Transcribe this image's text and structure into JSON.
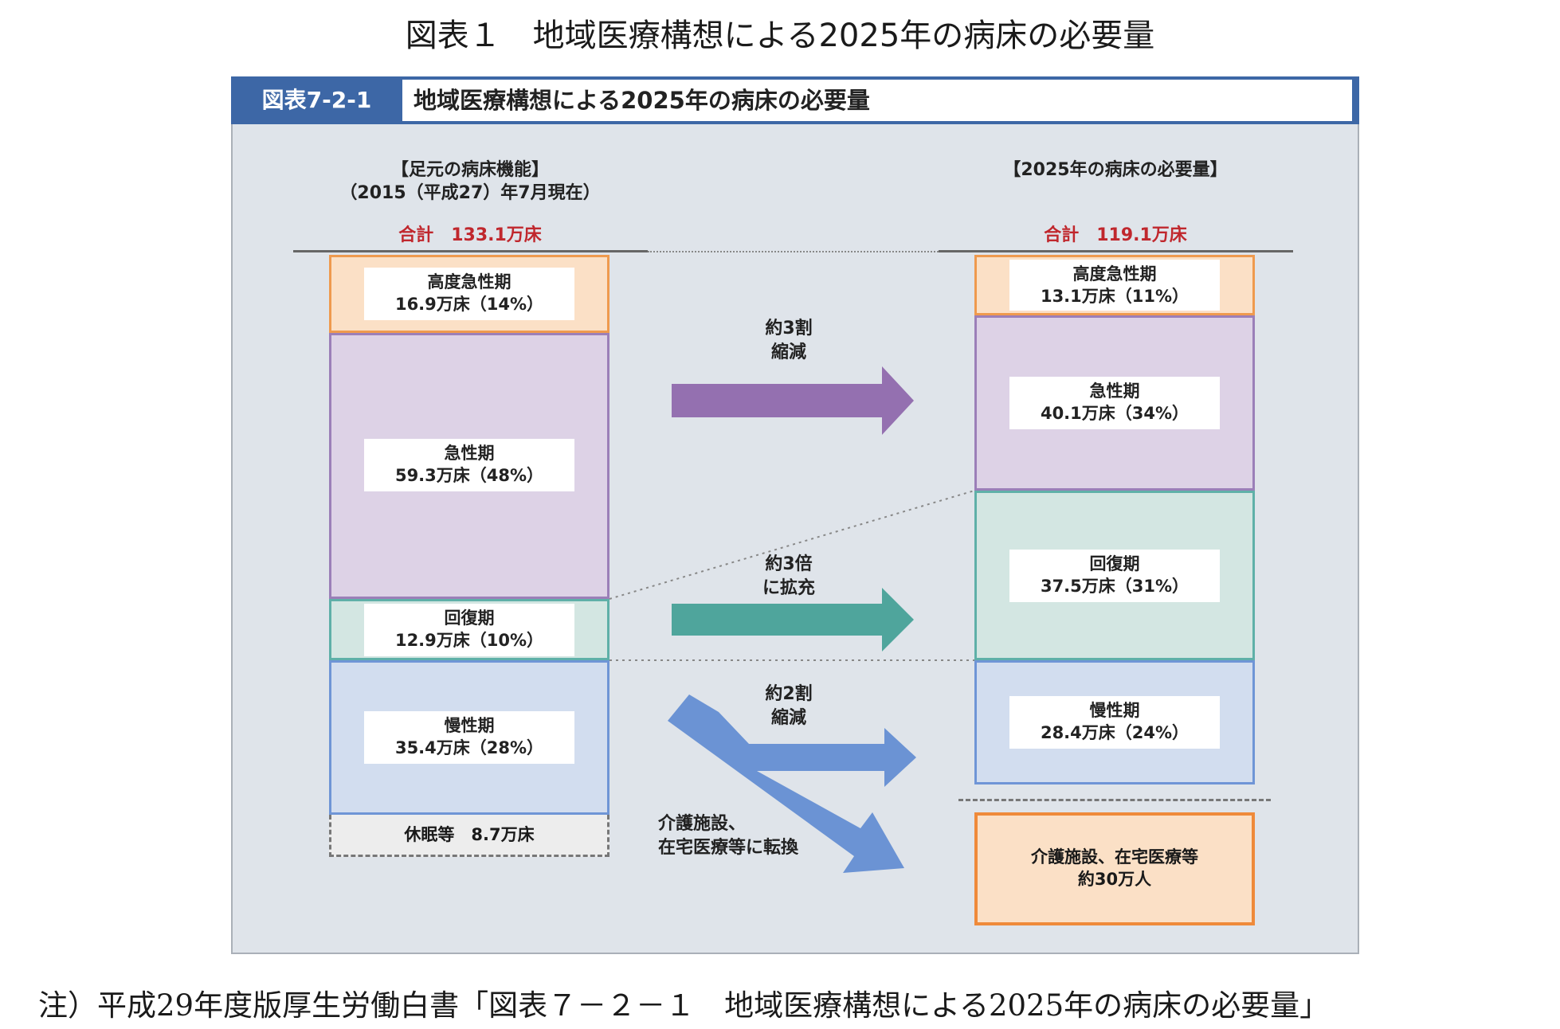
{
  "outer_title": "図表１　地域医療構想による2025年の病床の必要量",
  "figure": {
    "id": "図表7-2-1",
    "title": "地域医療構想による2025年の病床の必要量"
  },
  "left_column": {
    "heading_line1": "【足元の病床機能】",
    "heading_line2": "（2015（平成27）年7月現在）",
    "total": "合計　133.1万床",
    "blocks": [
      {
        "name": "高度急性期",
        "value": "16.9万床（14%）"
      },
      {
        "name": "急性期",
        "value": "59.3万床（48%）"
      },
      {
        "name": "回復期",
        "value": "12.9万床（10%）"
      },
      {
        "name": "慢性期",
        "value": "35.4万床（28%）"
      }
    ],
    "dormant": "休眠等　8.7万床"
  },
  "right_column": {
    "heading": "【2025年の病床の必要量】",
    "total": "合計　119.1万床",
    "blocks": [
      {
        "name": "高度急性期",
        "value": "13.1万床（11%）"
      },
      {
        "name": "急性期",
        "value": "40.1万床（34%）"
      },
      {
        "name": "回復期",
        "value": "37.5万床（31%）"
      },
      {
        "name": "慢性期",
        "value": "28.4万床（24%）"
      }
    ],
    "care_line1": "介護施設、在宅医療等",
    "care_line2": "約30万人"
  },
  "arrows": {
    "acute_line1": "約3割",
    "acute_line2": "縮減",
    "recovery_line1": "約3倍",
    "recovery_line2": "に拡充",
    "chronic_line1": "約2割",
    "chronic_line2": "縮減",
    "care_line1": "介護施設、",
    "care_line2": "在宅医療等に転換"
  },
  "colors": {
    "high_acute_border": "#ef9a4e",
    "high_acute_fill": "#fbe0c6",
    "acute_border": "#9b7fb8",
    "acute_fill": "#ddd2e6",
    "recovery_border": "#5fb0a8",
    "recovery_fill": "#d3e6e2",
    "chronic_border": "#6f95d6",
    "chronic_fill": "#d2ddef",
    "acute_arrow": "#9470b0",
    "recovery_arrow": "#4fa59c",
    "chronic_arrow": "#6b93d4",
    "total_text": "#c0272d",
    "header_blue": "#3d67a6"
  },
  "footnote": "注）平成29年度版厚生労働白書「図表７－２－１　地域医療構想による2025年の病床の必要量」"
}
